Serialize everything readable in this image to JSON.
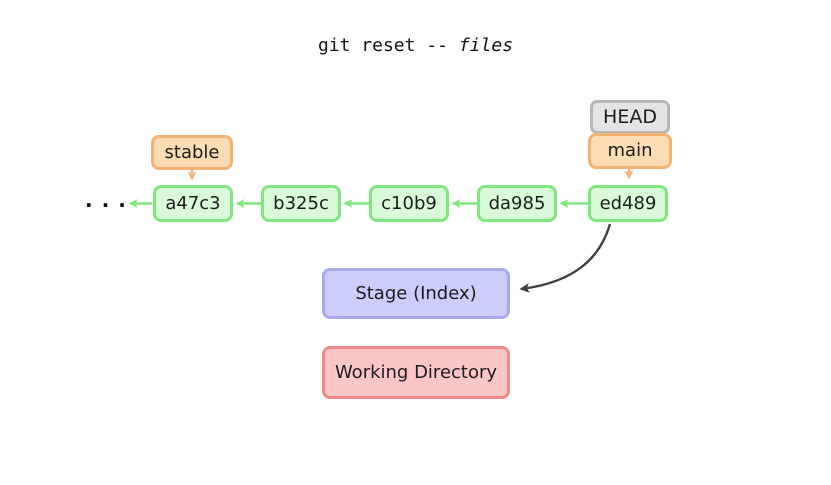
{
  "title": {
    "command": "git reset -- ",
    "argument": "files"
  },
  "refs": {
    "head": "HEAD",
    "branch": "main",
    "tag": "stable"
  },
  "commits": [
    {
      "label": "a47c3"
    },
    {
      "label": "b325c"
    },
    {
      "label": "c10b9"
    },
    {
      "label": "da985"
    },
    {
      "label": "ed489"
    }
  ],
  "areas": {
    "stage": "Stage (Index)",
    "working": "Working Directory"
  },
  "history_ellipsis": "···",
  "colors": {
    "commit_fill": "#d9fbd9",
    "commit_border": "#7ee87e",
    "branch_fill": "#fcdcb2",
    "branch_border": "#f3b374",
    "head_fill": "#e4e4e4",
    "head_border": "#b6b6b6",
    "stage_fill": "#cdcdfb",
    "stage_border": "#a9a9ee",
    "working_fill": "#fbc6c6",
    "working_border": "#f08989",
    "reset_arrow": "#3f3f3f"
  }
}
